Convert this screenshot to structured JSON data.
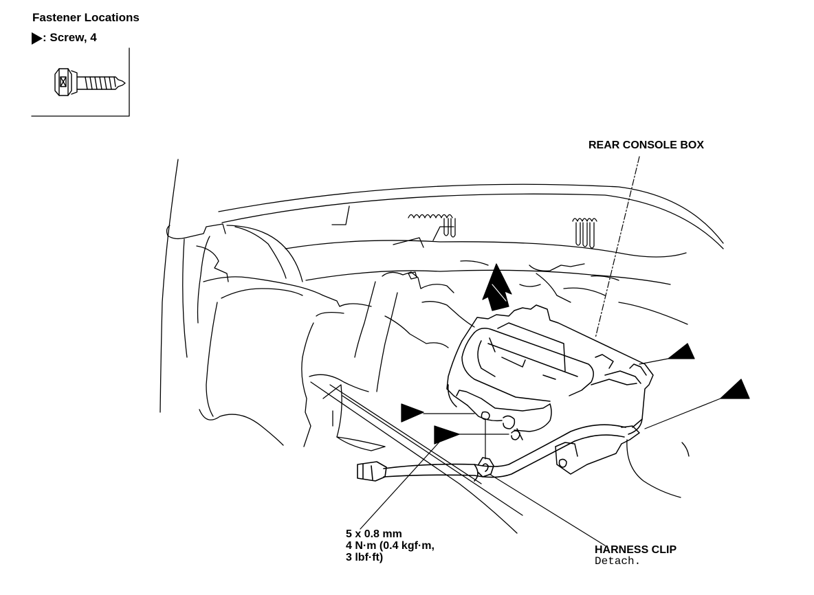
{
  "legend": {
    "heading": "Fastener Locations",
    "screw_label": ": Screw, 4",
    "marker_icon": "filled-triangle-pointer-icon",
    "fastener_icon": "screw-icon"
  },
  "callouts": {
    "rear_console_box": "REAR CONSOLE BOX",
    "spec_line1": "5 x 0.8 mm",
    "spec_line2": "4 N·m (0.4 kgf·m,",
    "spec_line3": "3 lbf·ft)",
    "harness_clip": "HARNESS CLIP",
    "harness_clip_note": "Detach."
  },
  "colors": {
    "ink": "#000000",
    "paper": "#ffffff"
  }
}
